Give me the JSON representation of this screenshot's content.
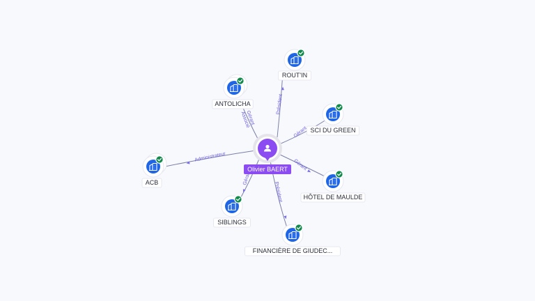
{
  "center": {
    "name": "Olivier BAERT",
    "icon": "person-icon",
    "color": "#8b4df2"
  },
  "companies": [
    {
      "id": "routin",
      "name": "ROUT'IN",
      "role": "Président",
      "icon": "building-icon",
      "verified": true
    },
    {
      "id": "antolicha",
      "name": "ANTOLICHA",
      "role": "Gérant Associé",
      "icon": "building-icon",
      "verified": true
    },
    {
      "id": "scidugreen",
      "name": "SCI DU GREEN",
      "role": "Gérant",
      "icon": "building-icon",
      "verified": true
    },
    {
      "id": "acb",
      "name": "ACB",
      "role": "Administrateur",
      "icon": "building-icon",
      "verified": true
    },
    {
      "id": "hotel",
      "name": "HÔTEL DE MAULDE",
      "role": "Gérant",
      "icon": "building-icon",
      "verified": true
    },
    {
      "id": "siblings",
      "name": "SIBLINGS",
      "role": "Gérant",
      "icon": "building-icon",
      "verified": true
    },
    {
      "id": "financiere",
      "name": "FINANCIÈRE DE GIUDEC...",
      "role": "Président",
      "icon": "building-icon",
      "verified": true
    }
  ],
  "colors": {
    "company": "#1f66e6",
    "verified": "#0f8a4a",
    "edge_label": "#6d5fe0"
  }
}
